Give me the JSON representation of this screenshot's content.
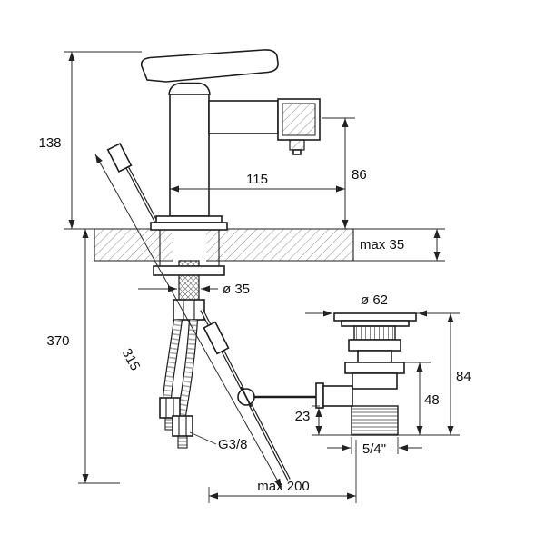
{
  "drawing": {
    "kind": "bidet-mixer-installation-diagram"
  },
  "dims": {
    "total_height": "138",
    "spout_reach": "115",
    "spout_height": "86",
    "max_deck": "max 35",
    "supply_length": "370",
    "rod_length": "315",
    "shank_d": "ø 35",
    "waste_flange_d": "ø 62",
    "waste_height": "84",
    "waste_lower": "48",
    "waste_offset": "23",
    "supply_thread": "G3/8",
    "waste_thread": "5/4\"",
    "max_rod": "max 200"
  }
}
